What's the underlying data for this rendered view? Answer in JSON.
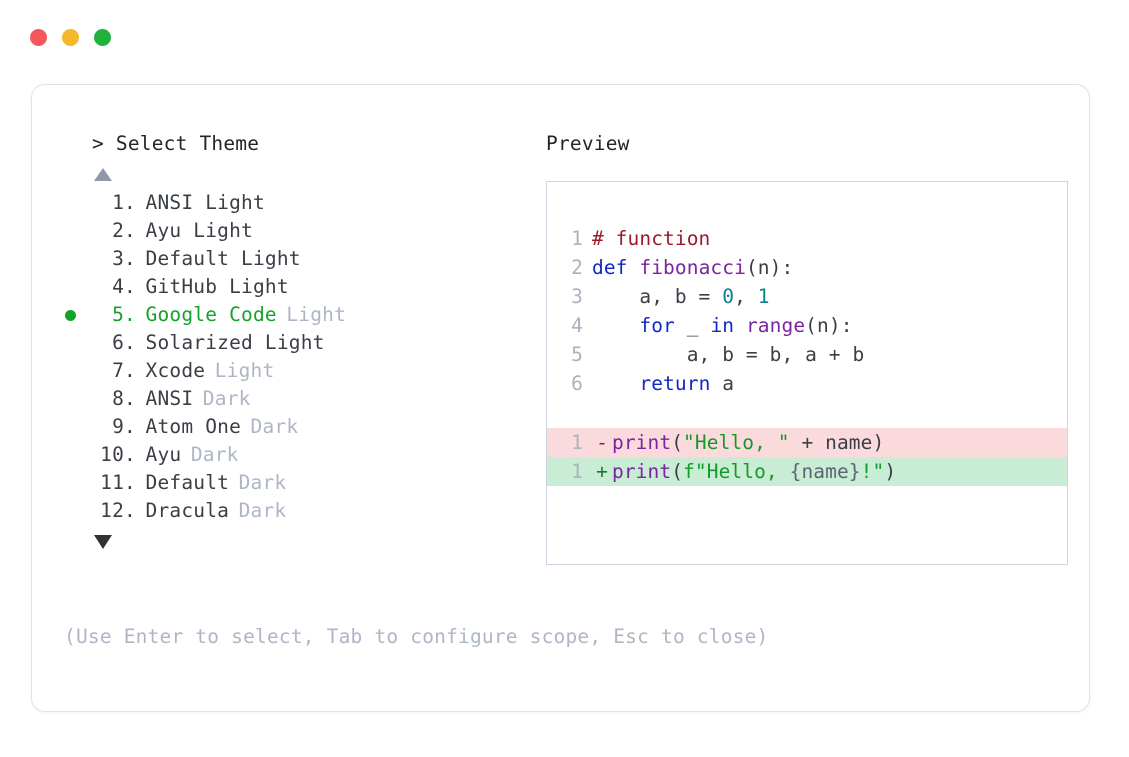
{
  "window": {
    "traffic_lights": [
      {
        "name": "close-button",
        "color": "#f4585b"
      },
      {
        "name": "minimize-button",
        "color": "#f5b82b"
      },
      {
        "name": "maximize-button",
        "color": "#22b23c"
      }
    ]
  },
  "prompt": {
    "header": "> Select Theme",
    "scroll_up_indicator": "▲",
    "scroll_down_indicator": "▼"
  },
  "themes": [
    {
      "index": "1.",
      "name": "ANSI Light",
      "variant": "",
      "selected": false
    },
    {
      "index": "2.",
      "name": "Ayu Light",
      "variant": "",
      "selected": false
    },
    {
      "index": "3.",
      "name": "Default Light",
      "variant": "",
      "selected": false
    },
    {
      "index": "4.",
      "name": "GitHub Light",
      "variant": "",
      "selected": false
    },
    {
      "index": "5.",
      "name": "Google Code",
      "variant": "Light",
      "selected": true
    },
    {
      "index": "6.",
      "name": "Solarized Light",
      "variant": "",
      "selected": false
    },
    {
      "index": "7.",
      "name": "Xcode",
      "variant": "Light",
      "selected": false
    },
    {
      "index": "8.",
      "name": "ANSI",
      "variant": "Dark",
      "selected": false
    },
    {
      "index": "9.",
      "name": "Atom One",
      "variant": "Dark",
      "selected": false
    },
    {
      "index": "10.",
      "name": "Ayu",
      "variant": "Dark",
      "selected": false
    },
    {
      "index": "11.",
      "name": "Default",
      "variant": "Dark",
      "selected": false
    },
    {
      "index": "12.",
      "name": "Dracula",
      "variant": "Dark",
      "selected": false
    }
  ],
  "hint": "(Use Enter to select, Tab to configure scope, Esc to close)",
  "preview": {
    "header": "Preview",
    "code_lines": [
      {
        "num": "1",
        "tokens": [
          {
            "t": "# function",
            "c": "comment"
          }
        ]
      },
      {
        "num": "2",
        "tokens": [
          {
            "t": "def ",
            "c": "keyword"
          },
          {
            "t": "fibonacci",
            "c": "func"
          },
          {
            "t": "(n):",
            "c": "punct"
          }
        ]
      },
      {
        "num": "3",
        "tokens": [
          {
            "t": "    a, b = ",
            "c": "plain"
          },
          {
            "t": "0",
            "c": "number"
          },
          {
            "t": ", ",
            "c": "plain"
          },
          {
            "t": "1",
            "c": "number"
          }
        ]
      },
      {
        "num": "4",
        "tokens": [
          {
            "t": "    ",
            "c": "plain"
          },
          {
            "t": "for",
            "c": "keyword"
          },
          {
            "t": " _ ",
            "c": "plain"
          },
          {
            "t": "in",
            "c": "keyword"
          },
          {
            "t": " ",
            "c": "plain"
          },
          {
            "t": "range",
            "c": "func"
          },
          {
            "t": "(n):",
            "c": "punct"
          }
        ]
      },
      {
        "num": "5",
        "tokens": [
          {
            "t": "        a, b = b, a + b",
            "c": "plain"
          }
        ]
      },
      {
        "num": "6",
        "tokens": [
          {
            "t": "    ",
            "c": "plain"
          },
          {
            "t": "return",
            "c": "keyword"
          },
          {
            "t": " a",
            "c": "plain"
          }
        ]
      }
    ],
    "diff_lines": [
      {
        "num": "1",
        "sign": "-",
        "kind": "removed",
        "tokens": [
          {
            "t": "print",
            "c": "func"
          },
          {
            "t": "(",
            "c": "punct"
          },
          {
            "t": "\"Hello, \"",
            "c": "string"
          },
          {
            "t": " + name)",
            "c": "plain"
          }
        ]
      },
      {
        "num": "1",
        "sign": "+",
        "kind": "added",
        "tokens": [
          {
            "t": "print",
            "c": "func"
          },
          {
            "t": "(",
            "c": "punct"
          },
          {
            "t": "f\"Hello, ",
            "c": "string"
          },
          {
            "t": "{name}",
            "c": "interp"
          },
          {
            "t": "!\"",
            "c": "string"
          },
          {
            "t": ")",
            "c": "punct"
          }
        ]
      }
    ]
  }
}
